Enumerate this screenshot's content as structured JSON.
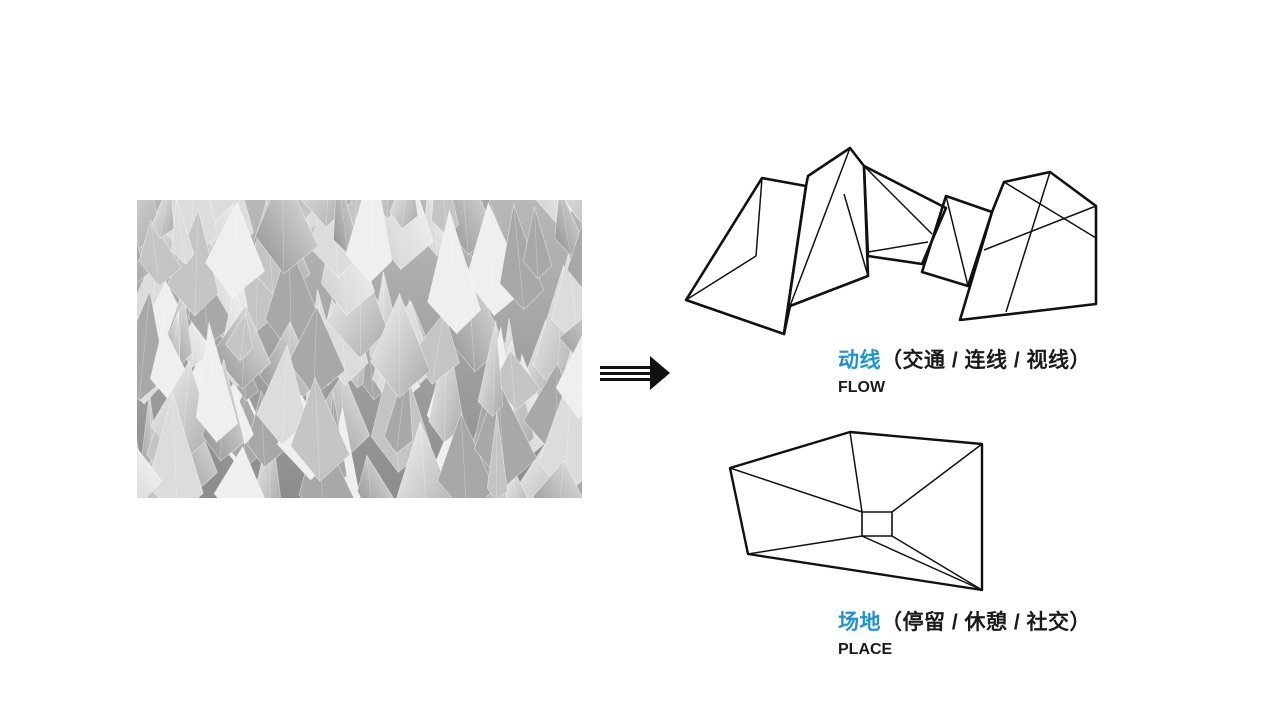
{
  "colors": {
    "accent": "#1f93d1",
    "text": "#1a1a1a",
    "line": "#111111"
  },
  "photo": {
    "subject": "crystal-cluster-image"
  },
  "flow": {
    "title_accent": "动线",
    "title_rest": "（交通 / 连线 / 视线）",
    "subtitle": "FLOW"
  },
  "place": {
    "title_accent": "场地",
    "title_rest": "（停留 / 休憩 / 社交）",
    "subtitle": "PLACE"
  },
  "icons": {
    "arrow": "double-arrow-right-icon"
  }
}
